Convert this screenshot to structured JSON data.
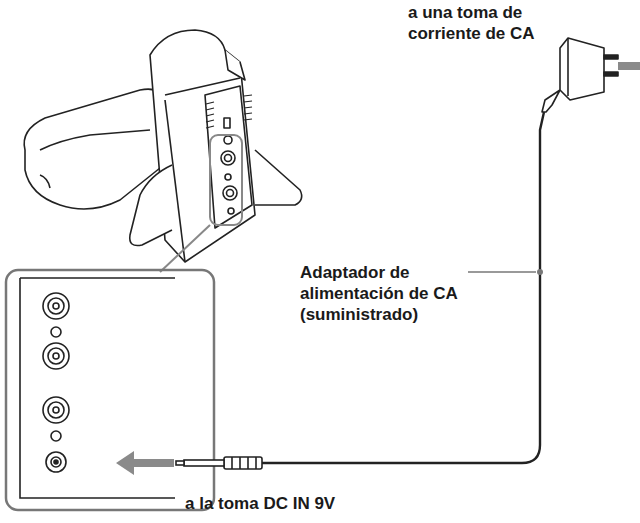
{
  "diagram": {
    "labels": [
      "a una toma de corriente de CA",
      "Adaptador de alimentación de CA (suministrado)",
      "a la toma DC IN 9V"
    ]
  }
}
